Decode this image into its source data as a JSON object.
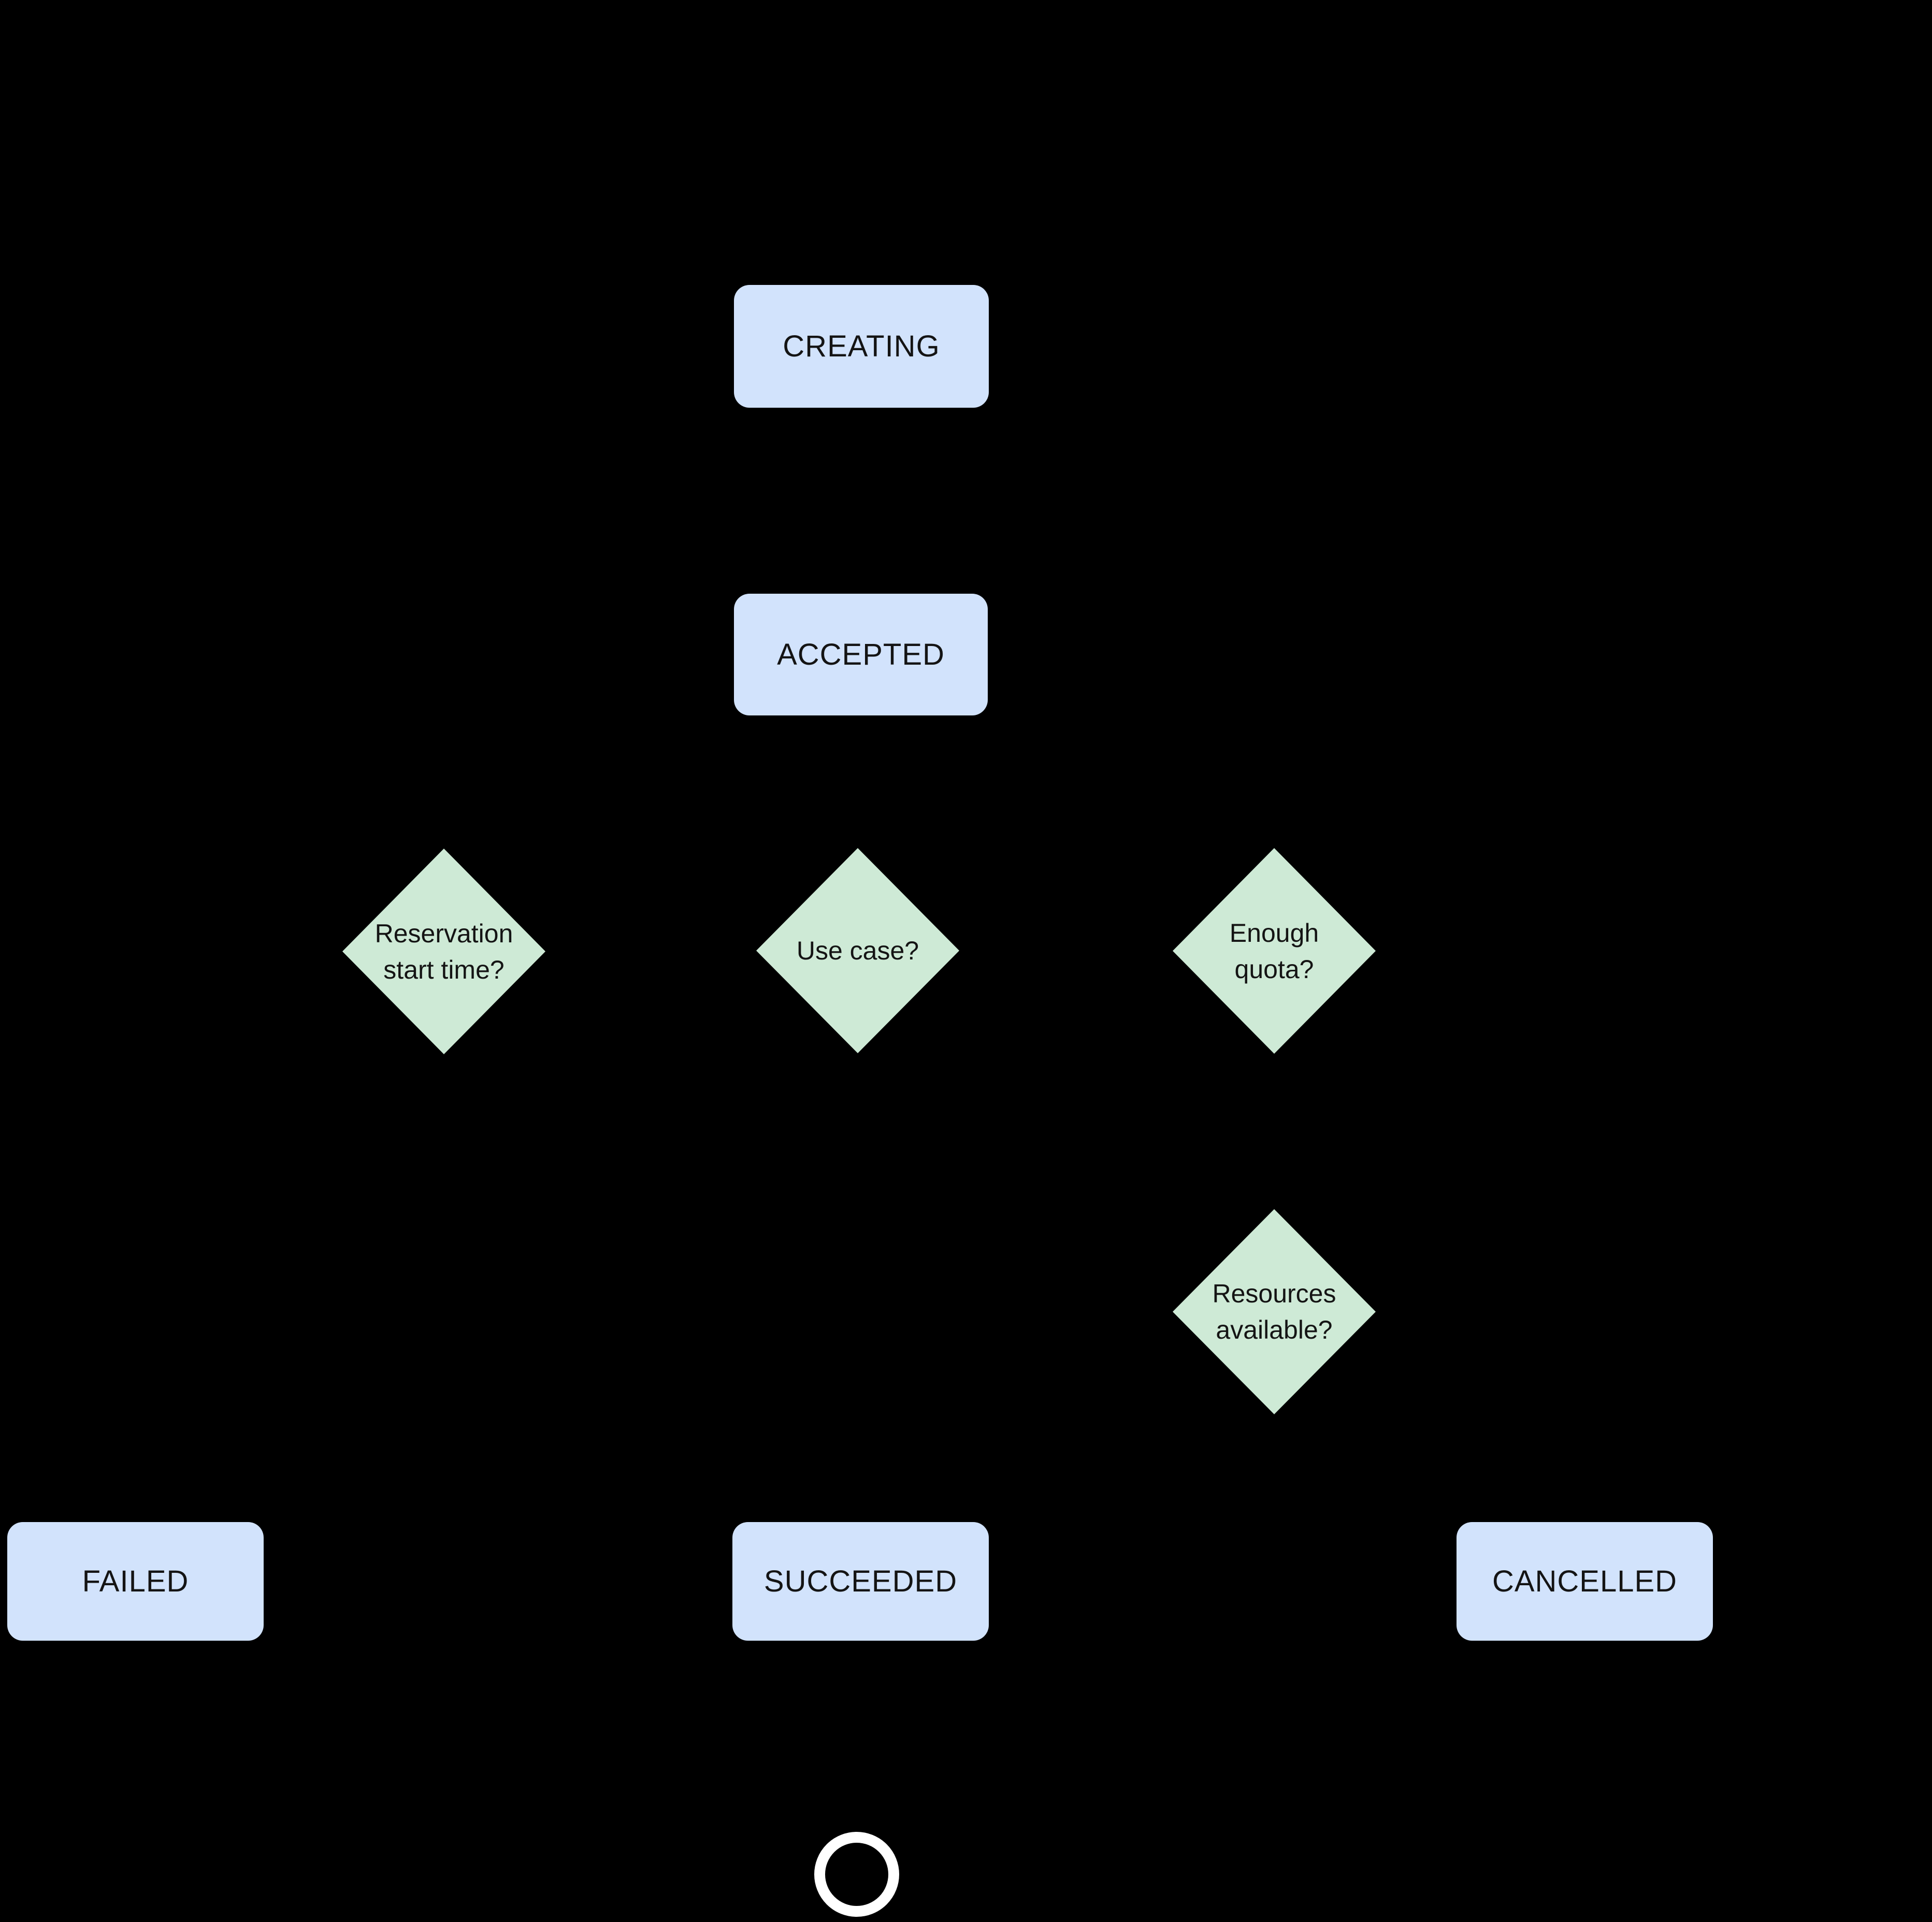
{
  "colors": {
    "background": "#000000",
    "state_fill": "#D2E3FC",
    "decision_fill": "#CEEAD6",
    "label_text": "#141414",
    "terminator_ring": "#FFFFFF"
  },
  "states": {
    "creating": {
      "label": "CREATING"
    },
    "accepted": {
      "label": "ACCEPTED"
    },
    "failed": {
      "label": "FAILED"
    },
    "succeeded": {
      "label": "SUCCEEDED"
    },
    "cancelled": {
      "label": "CANCELLED"
    }
  },
  "decisions": {
    "reservation_start_time": {
      "lines": [
        "Reservation",
        "start time?"
      ]
    },
    "use_case": {
      "lines": [
        "Use case?"
      ]
    },
    "enough_quota": {
      "lines": [
        "Enough",
        "quota?"
      ]
    },
    "resources_available": {
      "lines": [
        "Resources",
        "available?"
      ]
    }
  },
  "end_node": {
    "shape": "circle-outline"
  }
}
